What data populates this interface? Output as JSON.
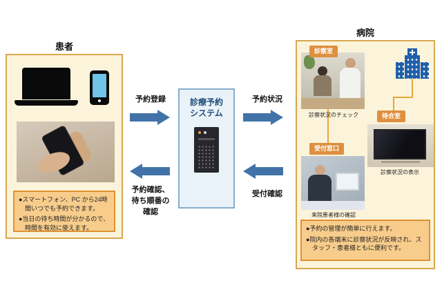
{
  "titles": {
    "patient": "患者",
    "hospital": "病院",
    "system": "診療予約\nシステム"
  },
  "arrows": {
    "register": "予約登録",
    "status": "予約状況",
    "reception": "受付確認",
    "confirm": "予約確認、\n待ち順番の\n確認"
  },
  "patient_notes": [
    "●スマートフォン、PC から24時間いつでも予約できます。",
    "●当日の待ち時間が分かるので、時間を有効に使えます。"
  ],
  "hospital": {
    "exam_room": {
      "label": "診察室",
      "caption": "診察状況のチェック"
    },
    "waiting_room": {
      "label": "待合室",
      "caption": "診察状況の表示"
    },
    "reception_desk": {
      "label": "受付窓口",
      "caption": "来院患者様の確認"
    },
    "notes": [
      "●予約の管理が簡単に行えます。",
      "●院内の各端末に診察状況が反映され、スタッフ・患者様ともに便利です。"
    ]
  },
  "icons": {
    "patient_devices": [
      "laptop-icon",
      "smartphone-icon"
    ],
    "system": "server-icon",
    "hospital": "hospital-building-icon"
  },
  "colors": {
    "arrow_blue": "#4273A8",
    "panel_cream": "#FCF4DA",
    "panel_border": "#D7A74F",
    "note_bg": "#F8CD8C",
    "note_border": "#DE9133",
    "badge_orange": "#DE8F3F",
    "connector_orange": "#E8A53C",
    "system_bg": "#EAF2F9",
    "system_border": "#86AECE",
    "system_text": "#1F4E79",
    "building_blue": "#1F5FA8"
  }
}
